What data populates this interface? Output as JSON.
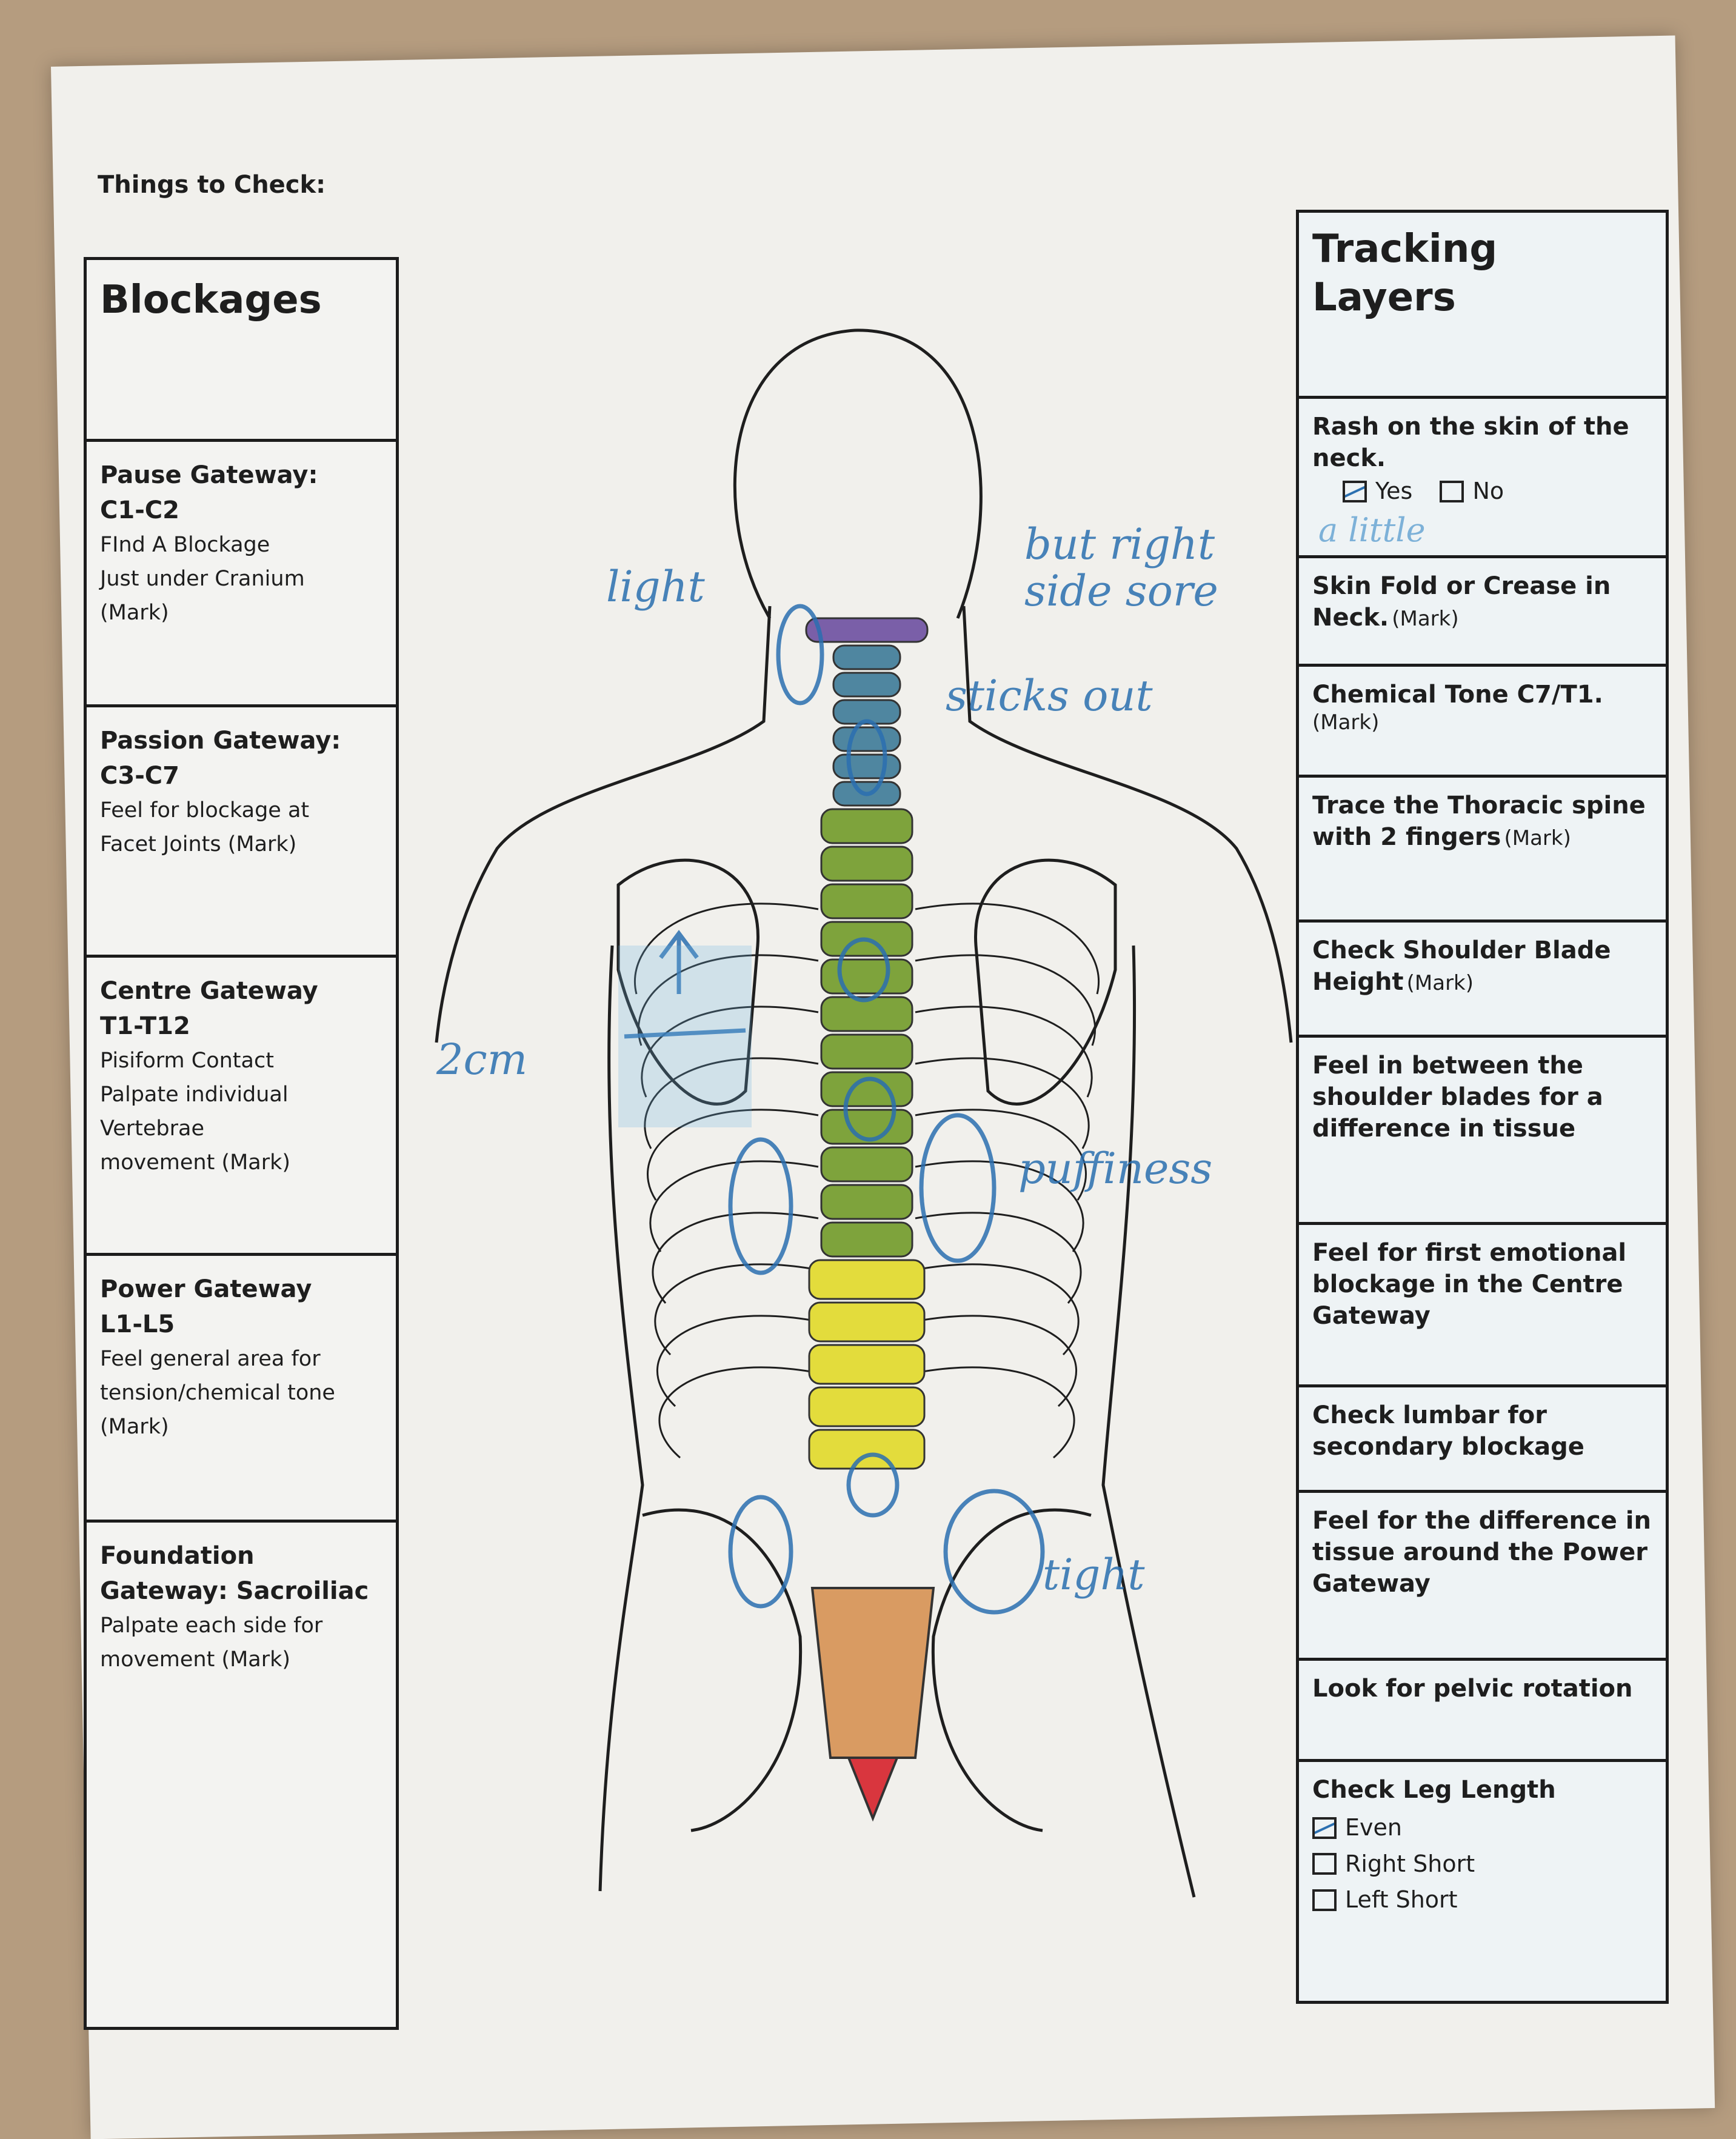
{
  "page_title": "Things to Check:",
  "blockages": {
    "title": "Blockages",
    "items": [
      {
        "heading": "Pause Gateway:",
        "range": "C1-C2",
        "lines": [
          "FInd A Blockage",
          "Just under Cranium",
          "(Mark)"
        ]
      },
      {
        "heading": "Passion Gateway:",
        "range": "C3-C7",
        "lines": [
          "Feel for blockage at",
          "Facet Joints (Mark)"
        ]
      },
      {
        "heading": "Centre Gateway",
        "range": "T1-T12",
        "lines": [
          "Pisiform Contact",
          "Palpate individual",
          "Vertebrae",
          "movement  (Mark)"
        ]
      },
      {
        "heading": "Power Gateway",
        "range": "L1-L5",
        "lines": [
          "Feel general area for",
          "tension/chemical tone",
          "(Mark)"
        ]
      },
      {
        "heading": "Foundation",
        "range": "Gateway: Sacroiliac",
        "lines": [
          "Palpate each side for",
          "movement (Mark)"
        ]
      }
    ]
  },
  "tracking": {
    "title_1": "Tracking",
    "title_2": "Layers",
    "rash": {
      "label": "Rash on the skin of the neck.",
      "yes": "Yes",
      "no": "No",
      "checked": "Yes"
    },
    "items": [
      {
        "bold": "Skin Fold or Crease in Neck.",
        "mark": "(Mark)"
      },
      {
        "bold": "Chemical Tone C7/T1.",
        "mark": "(Mark)"
      },
      {
        "bold": "Trace the Thoracic spine with 2 fingers",
        "mark": "(Mark)"
      },
      {
        "bold": "Check Shoulder Blade Height",
        "mark": "(Mark)"
      },
      {
        "bold": "Feel in between the shoulder blades for a difference in tissue",
        "mark": ""
      },
      {
        "bold": "Feel for first emotional blockage in the Centre Gateway",
        "mark": ""
      },
      {
        "bold": "Check lumbar for secondary blockage",
        "mark": ""
      },
      {
        "bold": "Feel for the difference in tissue around the Power Gateway",
        "mark": ""
      },
      {
        "bold": "Look for pelvic rotation",
        "mark": ""
      }
    ],
    "leg": {
      "label": "Check Leg Length",
      "options": [
        "Even",
        "Right Short",
        "Left Short"
      ],
      "checked": "Even"
    }
  },
  "handwriting": {
    "light": "light",
    "right_sore": "but right side sore",
    "sticks_out": "sticks out",
    "cm": "2cm",
    "puffiness": "puffiness",
    "tight": "tight",
    "a_little": "a little"
  },
  "colors": {
    "cervical_top": "#7a5fa8",
    "cervical": "#4f86a0",
    "thoracic": "#7ea33c",
    "lumbar": "#e3dc3c",
    "sacrum": "#d99b62",
    "coccyx": "#d9363e",
    "ink": "#2a6fb0"
  }
}
